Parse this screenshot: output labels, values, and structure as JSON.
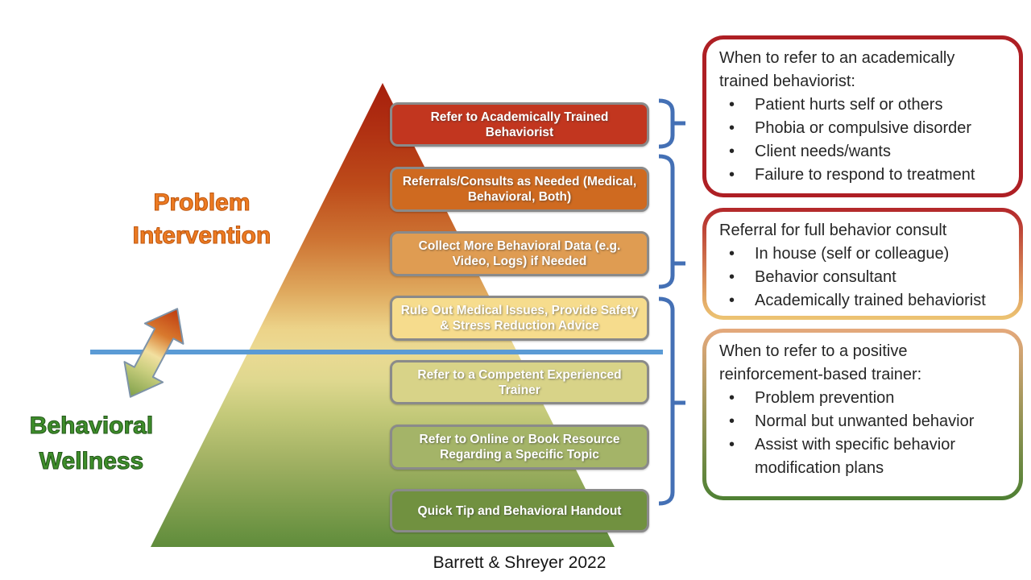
{
  "left_labels": {
    "problem": "Problem Intervention",
    "wellness": "Behavioral Wellness"
  },
  "pyramid": {
    "steps": [
      {
        "label": "Refer to Academically Trained Behaviorist",
        "color": "#C2361F"
      },
      {
        "label": "Referrals/Consults as Needed (Medical, Behavioral, Both)",
        "color": "#CF6A20"
      },
      {
        "label": "Collect More Behavioral Data (e.g. Video, Logs) if Needed",
        "color": "#DF9C52"
      },
      {
        "label": "Rule Out Medical Issues, Provide Safety & Stress Reduction Advice",
        "color": "#F6DC8D"
      },
      {
        "label": "Refer to a Competent Experienced Trainer",
        "color": "#D8D388"
      },
      {
        "label": "Refer to Online or Book Resource Regarding a Specific Topic",
        "color": "#A4B468"
      },
      {
        "label": "Quick Tip and Behavioral Handout",
        "color": "#719140"
      }
    ],
    "gradient_stops": [
      "#A61E0C",
      "#B03012",
      "#BD4B1A",
      "#CE7534",
      "#DFA95E",
      "#ECD389",
      "#EBDA93",
      "#DFD88F",
      "#C2C878",
      "#A3B264",
      "#83A050",
      "#5F8C3B"
    ]
  },
  "callouts": [
    {
      "title": "When to refer to an academically trained behaviorist:",
      "bullets": [
        "Patient hurts self or others",
        "Phobia or compulsive disorder",
        "Client needs/wants",
        "Failure to respond to treatment"
      ],
      "border_top": "#AE1F24",
      "border_bottom": "#AE1F24"
    },
    {
      "title": "Referral for full behavior consult",
      "bullets": [
        "In house (self or colleague)",
        "Behavior consultant",
        "Academically trained behaviorist"
      ],
      "border_top": "#B3272A",
      "border_bottom": "#EDC573"
    },
    {
      "title": "When to refer to a positive reinforcement-based trainer:",
      "bullets": [
        "Problem prevention",
        "Normal but unwanted behavior",
        "Assist with specific behavior modification plans"
      ],
      "border_top": "#E5A97C",
      "border_bottom": "#4E8033"
    }
  ],
  "attribution": "Barrett & Shreyer 2022",
  "colors": {
    "divider_line": "#5B9BD5",
    "brace": "#4470B5",
    "box_border": "#8A8A8A",
    "problem_label": "#ED7B22",
    "wellness_label": "#3F8F2B",
    "arrow_outline": "#7E93A8"
  }
}
